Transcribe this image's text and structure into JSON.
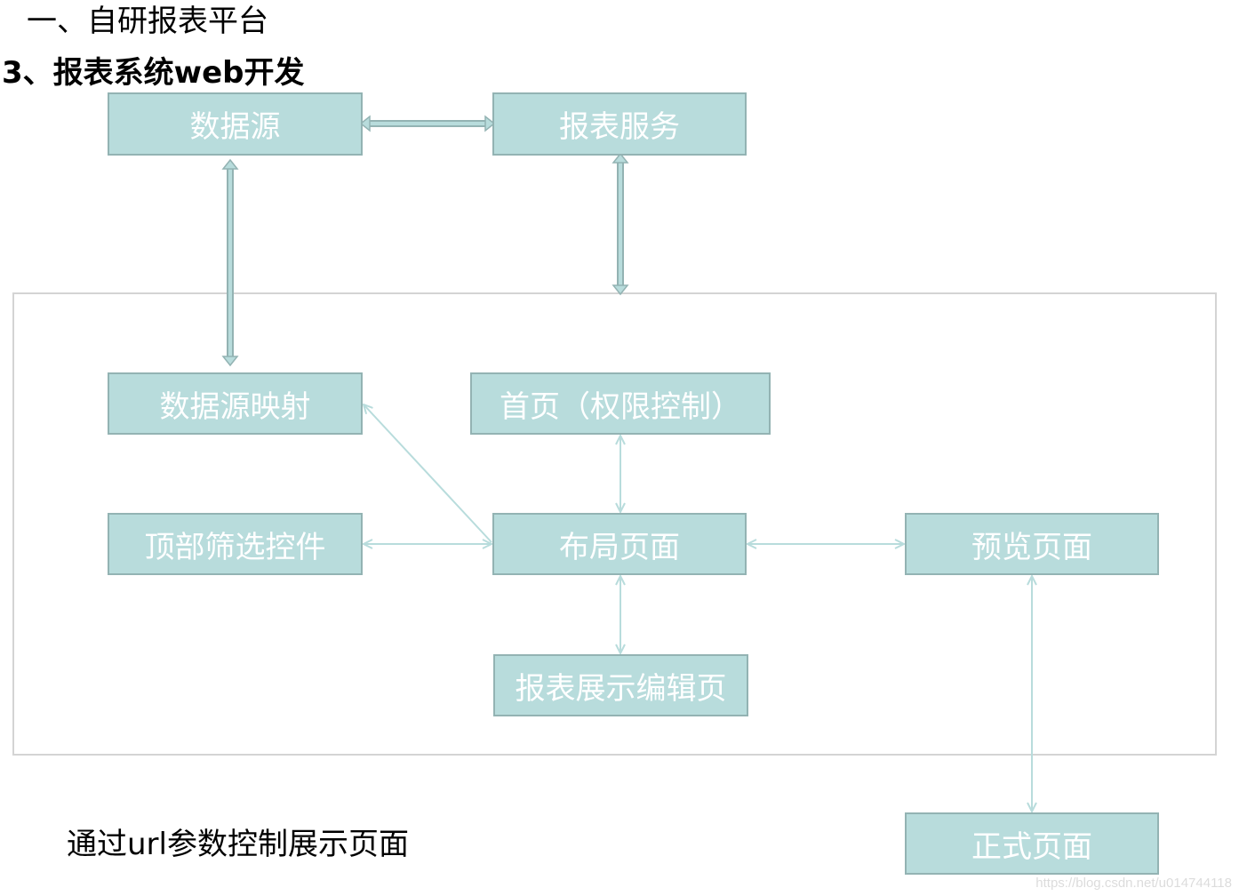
{
  "headings": {
    "h1": "一、自研报表平台",
    "h2": "3、报表系统web开发"
  },
  "nodes": {
    "datasource": "数据源",
    "report_service": "报表服务",
    "datasource_mapping": "数据源映射",
    "home": "首页（权限控制）",
    "top_filter": "顶部筛选控件",
    "layout_page": "布局页面",
    "preview_page": "预览页面",
    "report_editor": "报表展示编辑页",
    "formal_page": "正式页面"
  },
  "note": "通过url参数控制展示页面",
  "watermark": "https://blog.csdn.net/u014744118",
  "colors": {
    "box_fill": "#b8dcdc",
    "box_border": "#93b3b3",
    "box_text": "#ffffff",
    "thick_arrow": "#93b3b3",
    "thin_arrow": "#b8dcdc",
    "container_border": "#d4d4d4"
  }
}
